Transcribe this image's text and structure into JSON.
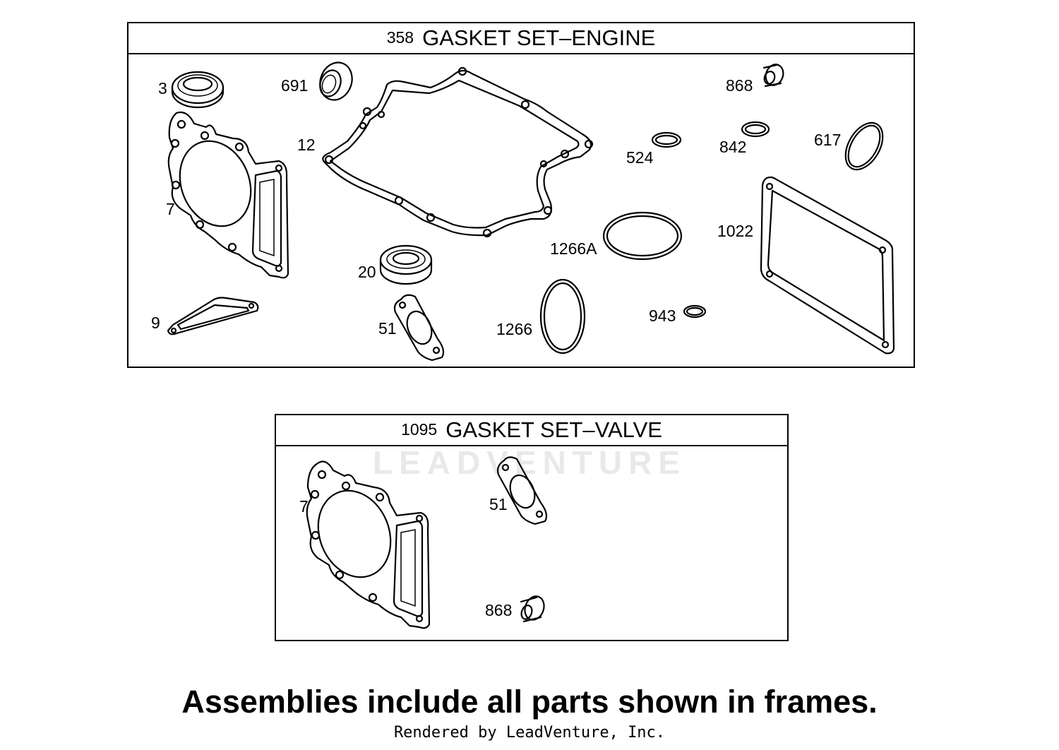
{
  "frames": {
    "engine": {
      "number": "358",
      "title": "GASKET SET–ENGINE"
    },
    "valve": {
      "number": "1095",
      "title": "GASKET SET–VALVE"
    }
  },
  "callouts": {
    "engine": {
      "p3": "3",
      "p691": "691",
      "p12": "12",
      "p7": "7",
      "p9": "9",
      "p20": "20",
      "p51": "51",
      "p1266": "1266",
      "p1266a": "1266A",
      "p524": "524",
      "p842": "842",
      "p868": "868",
      "p617": "617",
      "p1022": "1022",
      "p943": "943"
    },
    "valve": {
      "p7": "7",
      "p51": "51",
      "p868": "868"
    }
  },
  "footer": {
    "note": "Assemblies include all parts shown in frames.",
    "credit": "Rendered by LeadVenture, Inc."
  },
  "watermark": {
    "text": "LEADVENTURE"
  }
}
